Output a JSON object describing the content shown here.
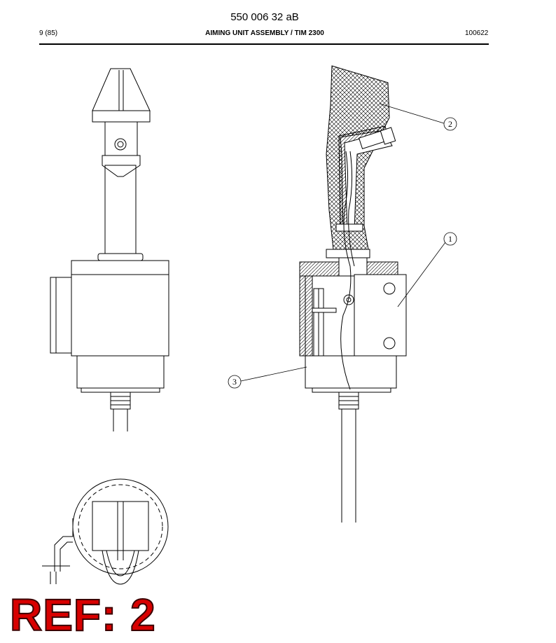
{
  "header": {
    "doc_number": "550 006 32 aB",
    "page": "9 (85)",
    "title": "AIMING UNIT ASSEMBLY / TIM 2300",
    "date": "100622"
  },
  "callouts": [
    {
      "label": "1"
    },
    {
      "label": "2"
    },
    {
      "label": "3"
    }
  ],
  "ref_label": "REF: 2",
  "colors": {
    "ref_fill": "#d80000",
    "line": "#000000"
  }
}
